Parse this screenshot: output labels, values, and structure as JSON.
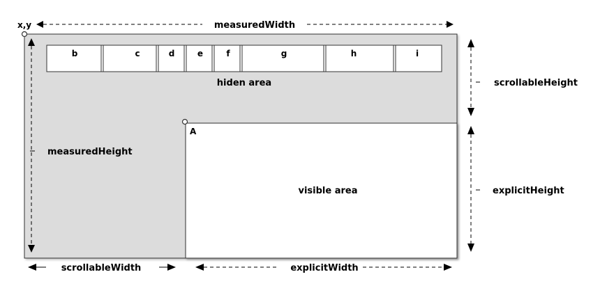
{
  "labels": {
    "origin": "x,y",
    "measured_width": "measuredWidth",
    "measured_height": "measuredHeight",
    "scrollable_height": "scrollableHeight",
    "scrollable_width": "scrollableWidth",
    "explicit_height": "explicitHeight",
    "explicit_width": "explicitWidth",
    "hidden_area": "hiden area",
    "visible_area": "visible area",
    "visible_corner": "A"
  },
  "columns": [
    "b",
    "c",
    "d",
    "e",
    "f",
    "g",
    "h",
    "i"
  ],
  "colors": {
    "hidden_fill": "#dcdcdc",
    "stroke": "#333333",
    "visible_fill": "#ffffff"
  }
}
